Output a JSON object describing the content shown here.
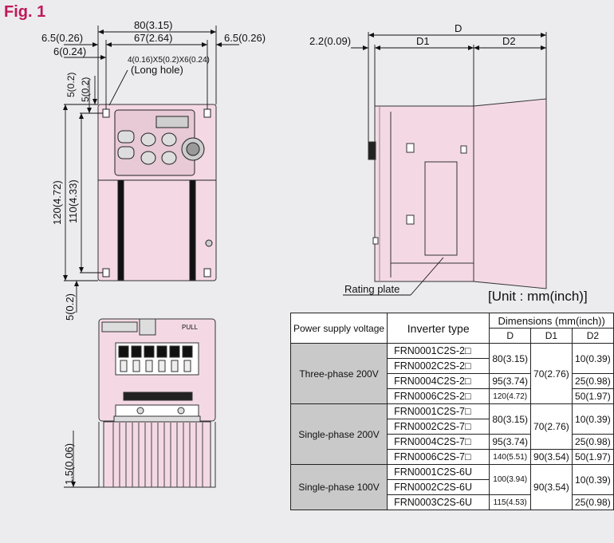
{
  "figure_label": "Fig. 1",
  "unit_note": "[Unit : mm(inch)]",
  "front_view": {
    "dims": {
      "overall_width": "80(3.15)",
      "hole_pitch": "67(2.64)",
      "left_margin": "6.5(0.26)",
      "right_margin": "6.5(0.26)",
      "offset": "6(0.24)",
      "hole_spec": "4(0.16)X5(0.2)X6(0.24)",
      "hole_note": "(Long hole)",
      "top_a": "5(0.2)",
      "top_b": "5(0.2)",
      "height_total": "120(4.72)",
      "height_pitch": "110(4.33)",
      "bottom": "5(0.2)"
    }
  },
  "side_view": {
    "dims": {
      "front_offset": "2.2(0.09)",
      "D": "D",
      "D1": "D1",
      "D2": "D2"
    },
    "rating_plate_label": "Rating plate"
  },
  "bottom_view": {
    "dims": {
      "fin": "1.5(0.06)"
    },
    "pull_label": "PULL"
  },
  "table": {
    "header": {
      "power_supply": "Power supply voltage",
      "inverter_type": "Inverter type",
      "dimensions": "Dimensions (mm(inch))",
      "D": "D",
      "D1": "D1",
      "D2": "D2"
    },
    "groups": [
      {
        "voltage": "Three-phase 200V",
        "types": [
          "FRN0001C2S-2□",
          "FRN0002C2S-2□",
          "FRN0004C2S-2□",
          "FRN0006C2S-2□"
        ],
        "D": [
          "80(3.15)",
          "95(3.74)",
          "120(4.72)"
        ],
        "D1": [
          "70(2.76)"
        ],
        "D2": [
          "10(0.39)",
          "25(0.98)",
          "50(1.97)"
        ]
      },
      {
        "voltage": "Single-phase 200V",
        "types": [
          "FRN0001C2S-7□",
          "FRN0002C2S-7□",
          "FRN0004C2S-7□",
          "FRN0006C2S-7□"
        ],
        "D": [
          "80(3.15)",
          "95(3.74)",
          "140(5.51)"
        ],
        "D1": [
          "70(2.76)",
          "90(3.54)"
        ],
        "D2": [
          "10(0.39)",
          "25(0.98)",
          "50(1.97)"
        ]
      },
      {
        "voltage": "Single-phase 100V",
        "types": [
          "FRN0001C2S-6U",
          "FRN0002C2S-6U",
          "FRN0003C2S-6U"
        ],
        "D": [
          "100(3.94)",
          "115(4.53)"
        ],
        "D1": [
          "90(3.54)"
        ],
        "D2": [
          "10(0.39)",
          "25(0.98)"
        ]
      }
    ]
  }
}
